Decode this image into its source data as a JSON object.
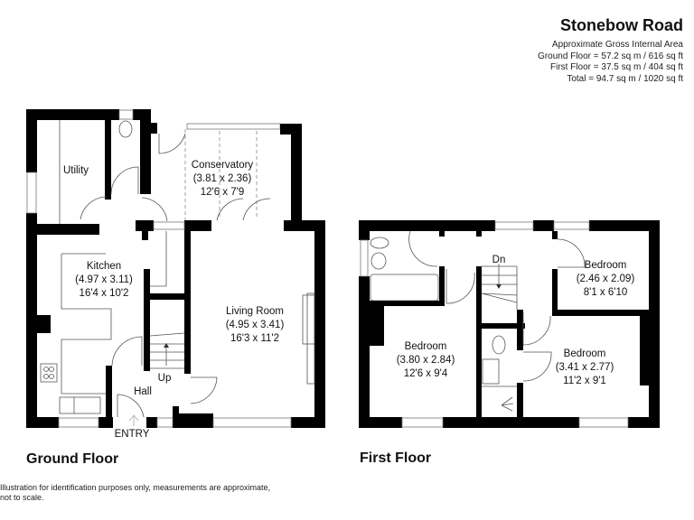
{
  "header": {
    "title": "Stonebow Road",
    "area_heading": "Approximate Gross Internal Area",
    "ground_floor_area": "Ground Floor = 57.2 sq m / 616 sq ft",
    "first_floor_area": "First Floor = 37.5 sq m / 404 sq ft",
    "total_area": "Total = 94.7 sq m / 1020 sq ft"
  },
  "ground_floor": {
    "label": "Ground Floor",
    "rooms": {
      "utility": {
        "name": "Utility"
      },
      "conservatory": {
        "name": "Conservatory",
        "metric": "(3.81 x 2.36)",
        "imperial": "12'6 x 7'9"
      },
      "kitchen": {
        "name": "Kitchen",
        "metric": "(4.97 x 3.11)",
        "imperial": "16'4 x 10'2"
      },
      "living_room": {
        "name": "Living Room",
        "metric": "(4.95 x 3.41)",
        "imperial": "16'3 x 11'2"
      },
      "hall": {
        "name": "Hall"
      }
    },
    "stairs_label": "Up",
    "entry_label": "ENTRY"
  },
  "first_floor": {
    "label": "First Floor",
    "rooms": {
      "bedroom_small": {
        "name": "Bedroom",
        "metric": "(2.46 x 2.09)",
        "imperial": "8'1 x 6'10"
      },
      "bedroom_left": {
        "name": "Bedroom",
        "metric": "(3.80 x 2.84)",
        "imperial": "12'6 x 9'4"
      },
      "bedroom_right": {
        "name": "Bedroom",
        "metric": "(3.41 x 2.77)",
        "imperial": "11'2 x 9'1"
      }
    },
    "stairs_label": "Dn"
  },
  "footer": {
    "disclaimer_line1": "Illustration for identification purposes only, measurements are approximate,",
    "disclaimer_line2": "not to scale."
  },
  "colors": {
    "wall": "#000000",
    "background": "#ffffff",
    "fixture_line": "#555555"
  }
}
